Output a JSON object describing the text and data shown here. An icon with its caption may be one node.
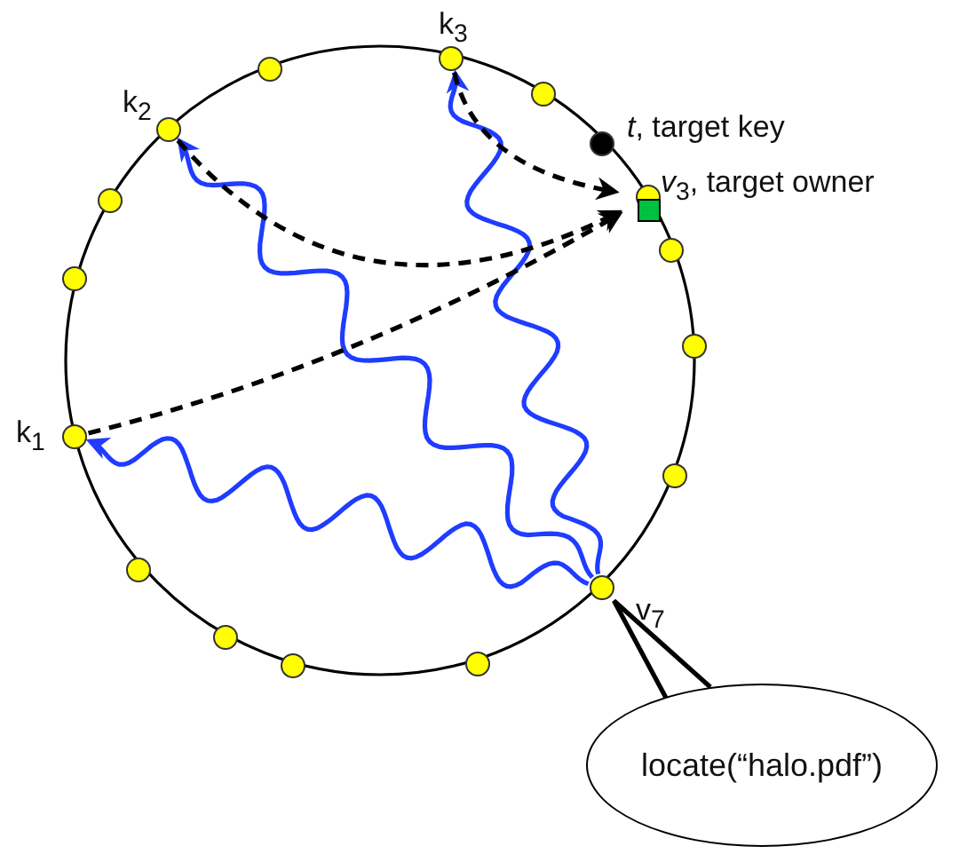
{
  "diagram": {
    "nodes": [
      {
        "text": [
          "k$_{3}$"
        ]
      },
      {
        "text": [
          "k$_{2}$"
        ]
      },
      {
        "text": [
          "*t*, target key"
        ]
      },
      {
        "text": [
          "*v*$_{3}$, target owner"
        ]
      },
      {
        "text": [
          "k$_{1}$"
        ]
      },
      {
        "text": [
          "v$_{7}$"
        ]
      },
      {
        "text": [
          "locate(“halo.pdf”)"
        ]
      },
      {
        "text": [],
        "shape": "circle"
      },
      {
        "text": [],
        "shape": "circle"
      },
      {
        "text": [],
        "shape": "circle"
      },
      {
        "text": [],
        "shape": "circle"
      },
      {
        "text": [],
        "shape": "circle"
      },
      {
        "text": [],
        "shape": "circle"
      },
      {
        "text": [],
        "shape": "circle"
      },
      {
        "text": [],
        "shape": "circle"
      },
      {
        "text": [],
        "shape": "circle"
      },
      {
        "text": [],
        "shape": "circle"
      },
      {
        "text": [],
        "shape": "circle"
      }
    ],
    "edges": [
      {
        "from": 5,
        "to": 4,
        "arrow": "to",
        "color": "#1f3cff"
      },
      {
        "from": 5,
        "to": 1,
        "arrow": "to",
        "color": "#1f3cff"
      },
      {
        "from": 5,
        "to": 0,
        "arrow": "to",
        "color": "#1f3cff"
      },
      {
        "from": 4,
        "to": 3,
        "arrow": "to",
        "style": "dashed"
      },
      {
        "from": 1,
        "to": 3,
        "arrow": "to",
        "style": "dashed"
      },
      {
        "from": 0,
        "to": 3,
        "arrow": "to",
        "style": "dashed"
      },
      {
        "from": 6,
        "to": 5,
        "arrow": "none"
      }
    ]
  }
}
